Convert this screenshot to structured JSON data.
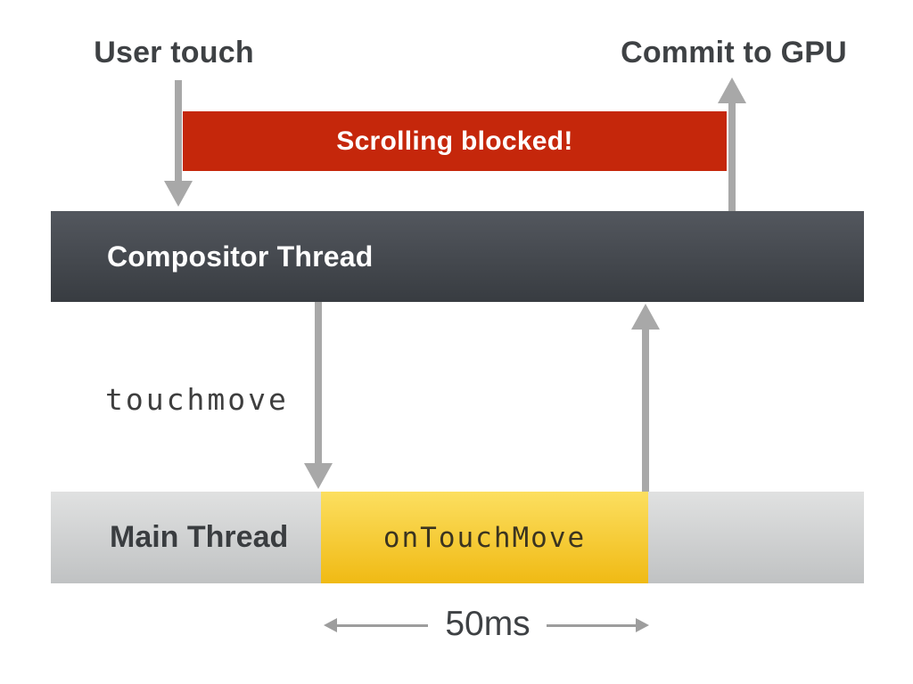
{
  "annotations": {
    "user_touch": "User touch",
    "commit_to_gpu": "Commit to GPU",
    "touchmove_event": "touchmove",
    "duration": "50ms"
  },
  "bars": {
    "blocked": {
      "label": "Scrolling blocked!"
    },
    "compositor": {
      "label": "Compositor Thread"
    },
    "main": {
      "label": "Main Thread"
    },
    "handler": {
      "label": "onTouchMove"
    }
  },
  "colors": {
    "blocked_bar": "#c5270b",
    "compositor_gradient_top": "#53575e",
    "compositor_gradient_bottom": "#383c41",
    "main_gradient_top": "#e0e1e1",
    "main_gradient_bottom": "#c0c2c3",
    "handler_gradient_top": "#fcdf60",
    "handler_gradient_bottom": "#f0ba14",
    "arrow_gray": "#a8a8a8",
    "heading_text": "#3e4144",
    "bar_text_light": "#ffffff"
  }
}
